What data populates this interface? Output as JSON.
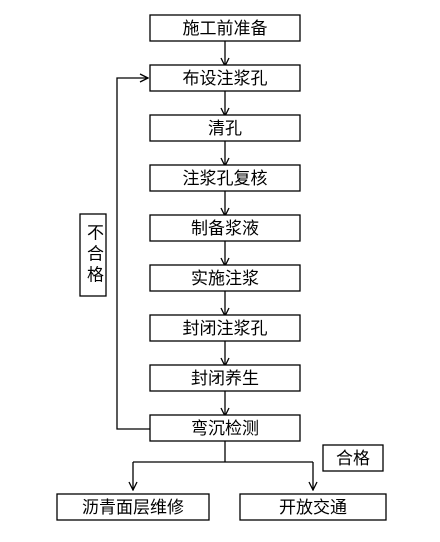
{
  "steps": [
    "施工前准备",
    "布设注浆孔",
    "清孔",
    "注浆孔复核",
    "制备浆液",
    "实施注浆",
    "封闭注浆孔",
    "封闭养生",
    "弯沉检测"
  ],
  "loop_label": "不合格",
  "pass_label": "合格",
  "outcomes": {
    "left": "沥青面层维修",
    "right": "开放交通"
  }
}
